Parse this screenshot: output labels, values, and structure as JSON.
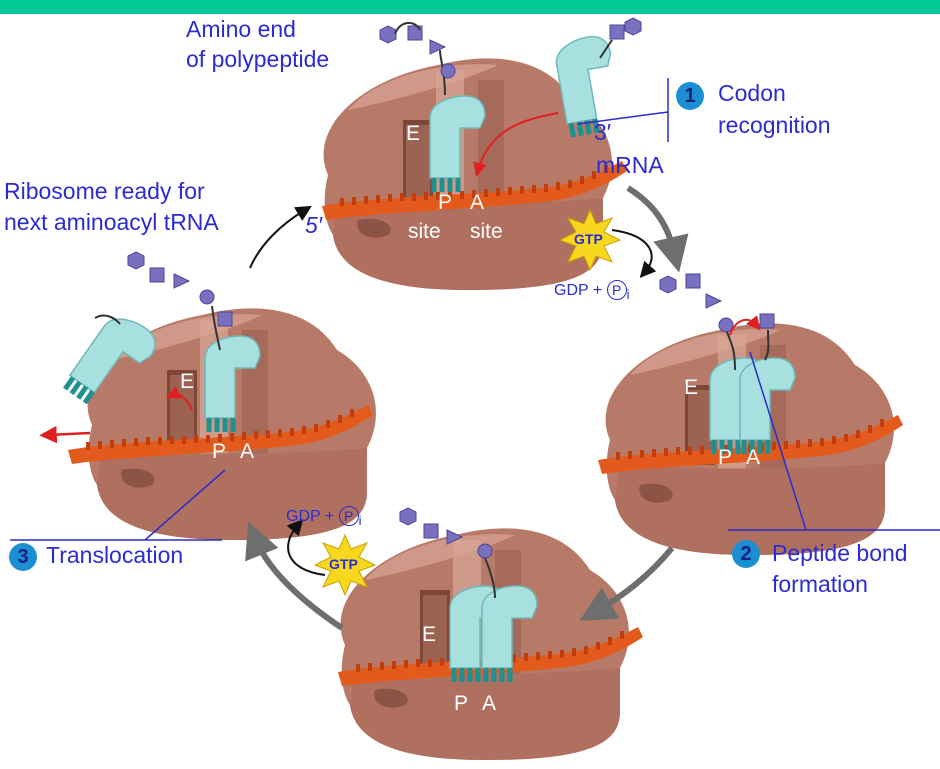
{
  "labels": {
    "amino_end_line1": "Amino end",
    "amino_end_line2": "of polypeptide",
    "ready_line1": "Ribosome ready for",
    "ready_line2": "next aminoacyl tRNA",
    "prime3": "3′",
    "mrna": "mRNA",
    "prime5": "5′",
    "codon_line1": "Codon",
    "codon_line2": "recognition",
    "peptide_line1": "Peptide bond",
    "peptide_line2": "formation",
    "translocation": "Translocation"
  },
  "steps": [
    "1",
    "2",
    "3"
  ],
  "sites": {
    "e": "E",
    "p": "P",
    "a": "A",
    "site": "site"
  },
  "energy": {
    "gtp": "GTP",
    "gdp_plus": "GDP +",
    "p": "P",
    "i": "i"
  },
  "colors": {
    "banner": "#00c896",
    "ribosome": "#b87a68",
    "trna": "#a8e0e0",
    "mrna": "#e25a1c",
    "amino_acid": "#7a70c0",
    "label_text": "#2b2bd0",
    "step_badge": "#1b8fd1",
    "gtp_star": "#f7d81e",
    "cycle_arrow": "#6e6e6e",
    "movement_arrow": "#e02020"
  }
}
